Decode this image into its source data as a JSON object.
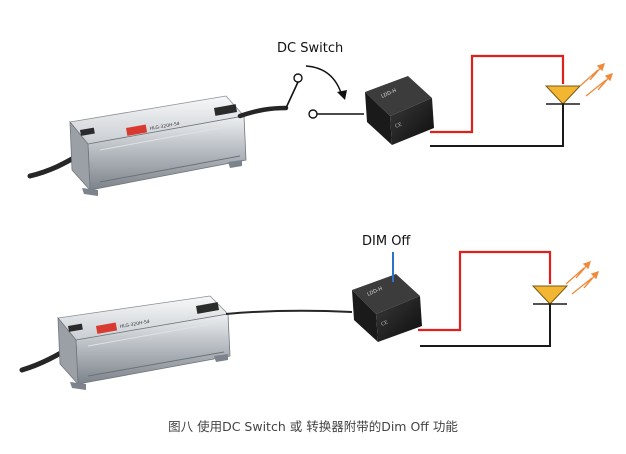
{
  "top": {
    "switch_label": "DC Switch",
    "driver_label": "HLG-320H-54",
    "converter_label": "LDD-H"
  },
  "bottom": {
    "dim_label": "DIM Off",
    "driver_label": "HLG-320H-54",
    "converter_label": "LDD-H"
  },
  "caption": "图八 使用DC Switch 或 转换器附带的Dim Off 功能",
  "colors": {
    "positive_wire": "#e0201c",
    "negative_wire": "#1a1a1a",
    "dim_wire": "#2a73c6",
    "led": "#f2b632",
    "light_arrow": "#f08a3a"
  }
}
